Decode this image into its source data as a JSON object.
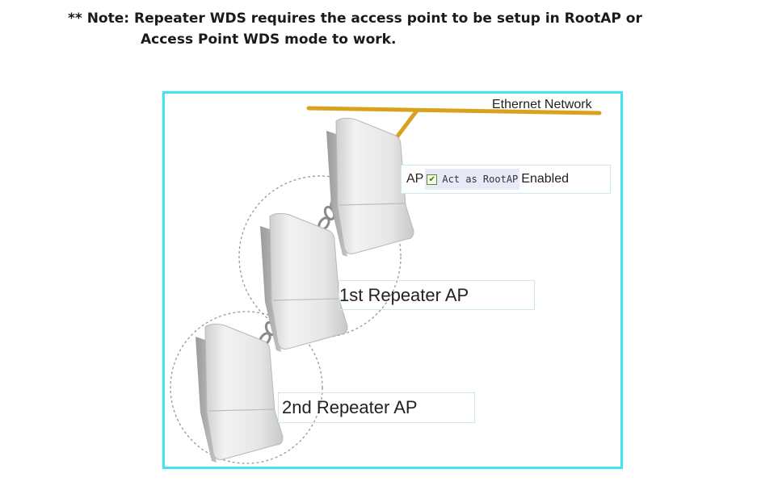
{
  "note": {
    "line1": "** Note: Repeater WDS requires the access point to be setup in RootAP or",
    "line2": "Access Point WDS mode to work."
  },
  "diagram": {
    "ethernet_label": "Ethernet Network",
    "root_ap": {
      "prefix": "AP",
      "checkbox_label": "Act as RootAP",
      "checkbox_checked": true,
      "suffix": "Enabled"
    },
    "repeater_1_label": "1st Repeater AP",
    "repeater_2_label": "2nd Repeater AP",
    "colors": {
      "border": "#3fe6f2",
      "ethernet_cable": "#d9a21e",
      "device_body": "#e2e2e2",
      "link_chain": "#8a8a8a"
    }
  }
}
